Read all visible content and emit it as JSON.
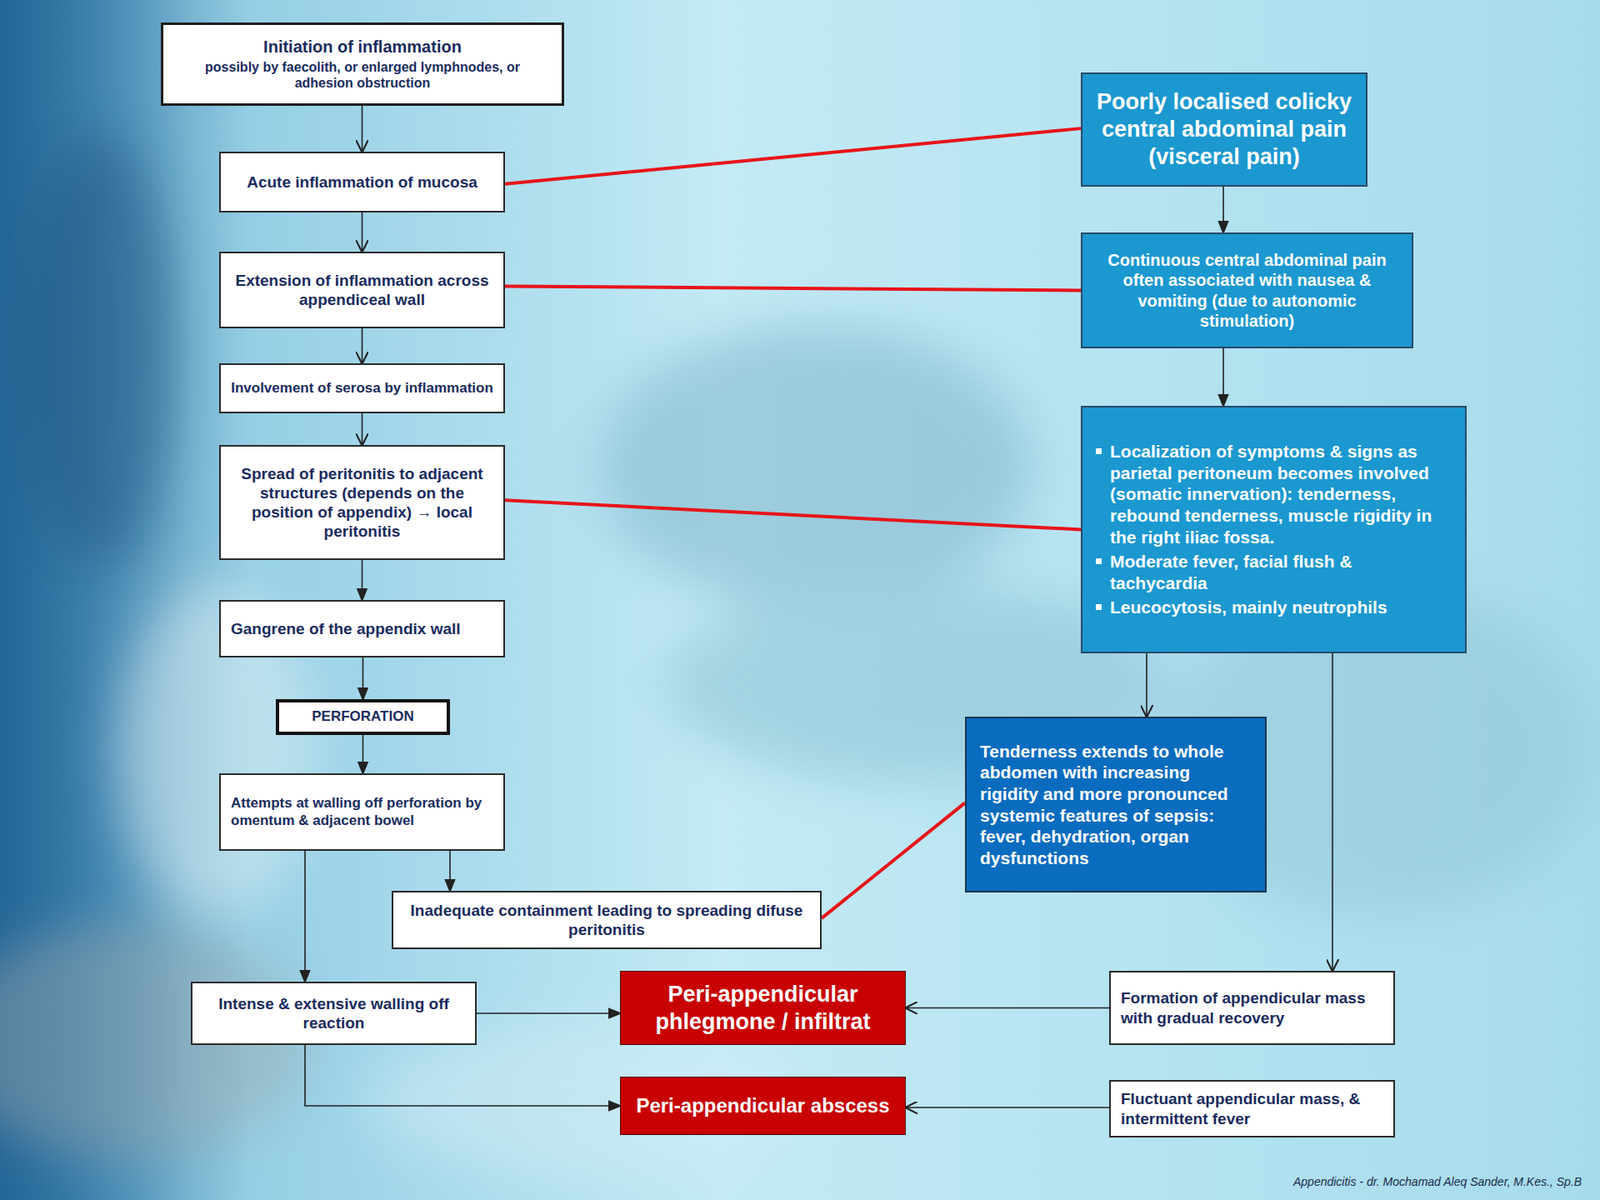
{
  "diagram": {
    "nodes": [
      {
        "text": [
          "Initiation of inflammation",
          "possibly by faecolith, or enlarged lymphnodes, or adhesion obstruction"
        ]
      },
      {
        "text": [
          "Acute inflammation of mucosa"
        ]
      },
      {
        "text": [
          "Extension of inflammation across appendiceal wall"
        ]
      },
      {
        "text": [
          "Involvement of serosa by inflammation"
        ]
      },
      {
        "text": [
          "Spread of peritonitis to adjacent structures (depends on the position of appendix) → local peritonitis"
        ]
      },
      {
        "text": [
          "Gangrene of the appendix wall"
        ]
      },
      {
        "text": [
          "PERFORATION"
        ]
      },
      {
        "text": [
          "Attempts at walling off perforation by omentum & adjacent bowel"
        ]
      },
      {
        "text": [
          "Inadequate containment leading to spreading difuse peritonitis"
        ]
      },
      {
        "text": [
          "Intense & extensive walling off reaction"
        ]
      },
      {
        "text": [
          "Peri-appendicular phlegmone / infiltrat"
        ]
      },
      {
        "text": [
          "Peri-appendicular abscess"
        ]
      },
      {
        "text": [
          "Poorly localised colicky central abdominal pain (visceral pain)"
        ]
      },
      {
        "text": [
          "Continuous central abdominal pain often associated with nausea & vomiting (due to autonomic stimulation)"
        ]
      },
      {
        "text": [
          "Localization of symptoms & signs as parietal peritoneum becomes involved (somatic innervation): tenderness, rebound tenderness, muscle rigidity in the right iliac fossa.",
          "Moderate fever, facial flush & tachycardia",
          "Leucocytosis, mainly neutrophils"
        ]
      },
      {
        "text": [
          "Tenderness extends to whole abdomen with increasing rigidity and more pronounced systemic features of sepsis: fever, dehydration, organ dysfunctions"
        ]
      },
      {
        "text": [
          "Formation of appendicular mass with gradual recovery"
        ]
      },
      {
        "text": [
          "Fluctuant appendicular mass, & intermittent fever"
        ]
      }
    ],
    "edges": [
      {
        "from": 0,
        "to": 1,
        "arrow": "to"
      },
      {
        "from": 1,
        "to": 2,
        "arrow": "to"
      },
      {
        "from": 2,
        "to": 3,
        "arrow": "to"
      },
      {
        "from": 3,
        "to": 4,
        "arrow": "to"
      },
      {
        "from": 4,
        "to": 5,
        "arrow": "to"
      },
      {
        "from": 5,
        "to": 6,
        "arrow": "to"
      },
      {
        "from": 6,
        "to": 7,
        "arrow": "to"
      },
      {
        "from": 7,
        "to": 8,
        "arrow": "to"
      },
      {
        "from": 7,
        "to": 9,
        "arrow": "to"
      },
      {
        "from": 9,
        "to": 10,
        "arrow": "to"
      },
      {
        "from": 9,
        "to": 11,
        "arrow": "to"
      },
      {
        "from": 12,
        "to": 13,
        "arrow": "to"
      },
      {
        "from": 13,
        "to": 14,
        "arrow": "to"
      },
      {
        "from": 14,
        "to": 15,
        "arrow": "to"
      },
      {
        "from": 14,
        "to": 16,
        "arrow": "to"
      },
      {
        "from": 16,
        "to": 10,
        "arrow": "to"
      },
      {
        "from": 17,
        "to": 11,
        "arrow": "to"
      },
      {
        "from": 1,
        "to": 12,
        "arrow": "none"
      },
      {
        "from": 2,
        "to": 13,
        "arrow": "none"
      },
      {
        "from": 4,
        "to": 14,
        "arrow": "none"
      },
      {
        "from": 8,
        "to": 15,
        "arrow": "none"
      }
    ],
    "labels": [
      "Appendicitis - dr. Mochamad Aleq Sander, M.Kes., Sp.B"
    ]
  }
}
